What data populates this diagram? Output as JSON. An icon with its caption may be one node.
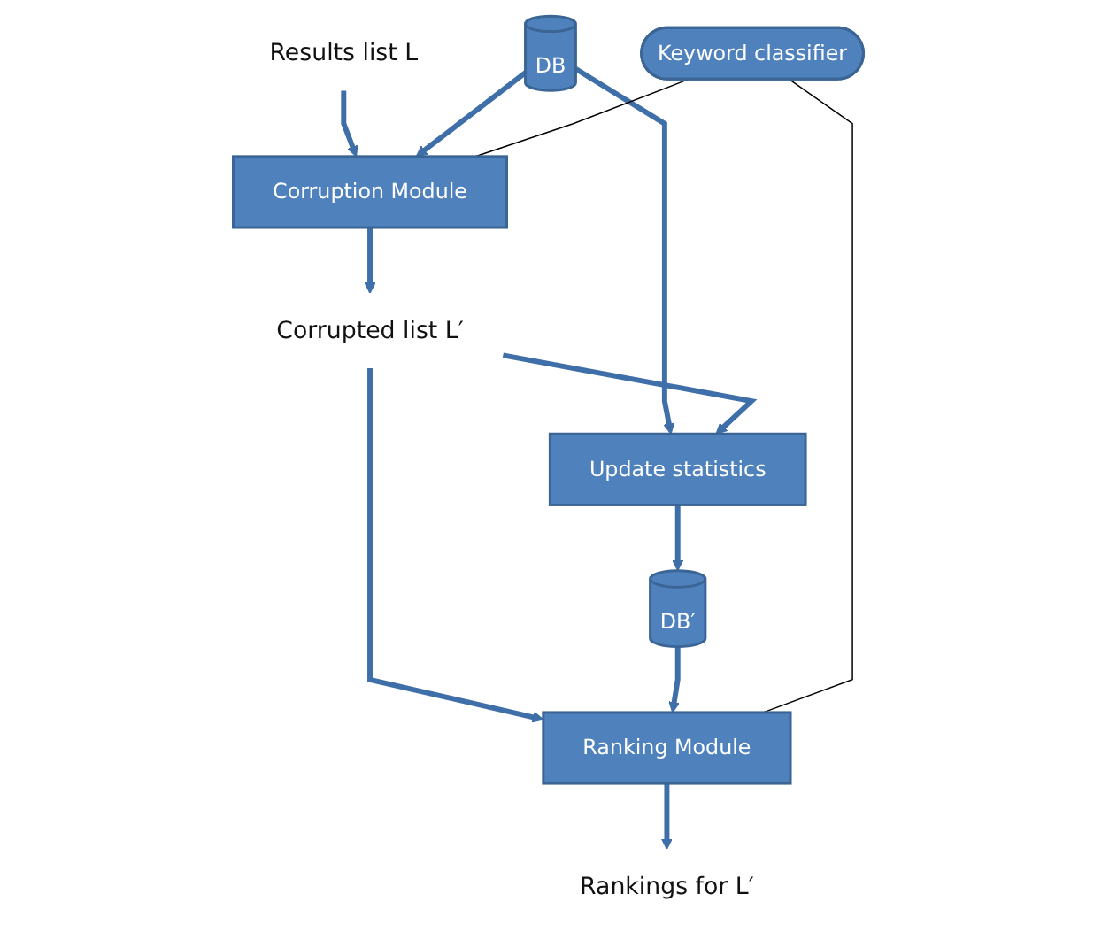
{
  "diagram": {
    "nodes": [
      {
        "text": [
          "Results list L"
        ]
      },
      {
        "text": [
          "Corruption Module"
        ]
      },
      {
        "text": [
          "DB"
        ]
      },
      {
        "text": [
          "Keyword classifier"
        ]
      },
      {
        "text": [
          "Corrupted list L′"
        ]
      },
      {
        "text": [
          "Update statistics"
        ]
      },
      {
        "text": [
          "Ranking Module"
        ]
      },
      {
        "text": [
          "DB′"
        ]
      },
      {
        "text": [
          "Rankings for L′"
        ]
      }
    ],
    "edges": [
      {
        "from": 0,
        "to": 1,
        "arrow": "to"
      },
      {
        "from": 2,
        "to": 1,
        "arrow": "to"
      },
      {
        "from": 1,
        "to": 4,
        "arrow": "to"
      },
      {
        "from": 2,
        "to": 5,
        "arrow": "to"
      },
      {
        "from": 4,
        "to": 5,
        "arrow": "to"
      },
      {
        "from": 4,
        "to": 6,
        "arrow": "to"
      },
      {
        "from": 5,
        "to": 7,
        "arrow": "to"
      },
      {
        "from": 7,
        "to": 6,
        "arrow": "to"
      },
      {
        "from": 6,
        "to": 8,
        "arrow": "to"
      },
      {
        "from": 3,
        "to": 1,
        "arrow": "none",
        "color": "#000000"
      },
      {
        "from": 3,
        "to": 6,
        "arrow": "none",
        "color": "#000000"
      }
    ]
  }
}
